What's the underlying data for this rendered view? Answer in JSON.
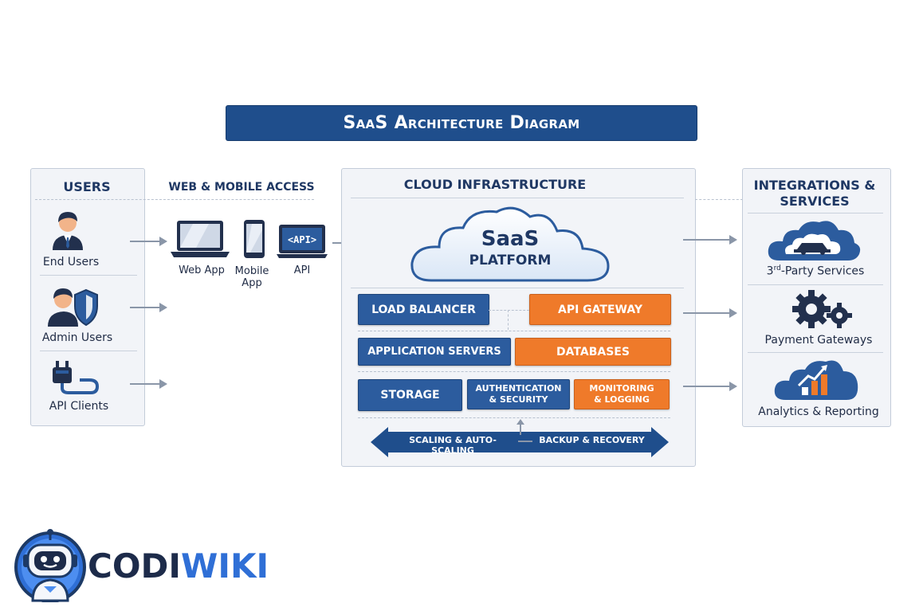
{
  "title": "SaaS Architecture Diagram",
  "users": {
    "header": "USERS",
    "items": [
      {
        "label": "End Users",
        "icon": "user-icon"
      },
      {
        "label": "Admin Users",
        "icon": "admin-shield-icon"
      },
      {
        "label": "API Clients",
        "icon": "plug-icon"
      }
    ]
  },
  "access": {
    "header": "WEB & MOBILE ACCESS",
    "items": [
      {
        "label": "Web App",
        "icon": "laptop-icon"
      },
      {
        "label": "Mobile App",
        "icon": "phone-icon"
      },
      {
        "label": "API",
        "icon": "api-screen-icon",
        "screen_text": "<API>"
      }
    ]
  },
  "cloud": {
    "header": "CLOUD INFRASTRUCTURE",
    "platform_line1": "SaaS",
    "platform_line2": "PLATFORM",
    "row1": [
      "LOAD BALANCER",
      "API GATEWAY"
    ],
    "row2": [
      "APPLICATION SERVERS",
      "DATABASES"
    ],
    "row3": [
      "STORAGE",
      "AUTHENTICATION & SECURITY",
      "MONITORING & LOGGING"
    ],
    "scaling": "SCALING & AUTO-SCALING",
    "backup": "BACKUP & RECOVERY"
  },
  "integrations": {
    "header": "INTEGRATIONS & SERVICES",
    "items": [
      {
        "label_base": "3",
        "label_sup": "rd",
        "label_rest": "-Party Services",
        "icon": "cloud-car-icon"
      },
      {
        "label": "Payment Gateways",
        "icon": "gears-icon"
      },
      {
        "label": "Analytics & Reporting",
        "icon": "cloud-chart-icon"
      }
    ]
  },
  "logo": {
    "part1": "CODI",
    "part2": "WIKI"
  },
  "colors": {
    "navy": "#1f4e8c",
    "blue": "#2c5c9e",
    "orange": "#ef7a2a",
    "panel": "#f2f4f8"
  }
}
